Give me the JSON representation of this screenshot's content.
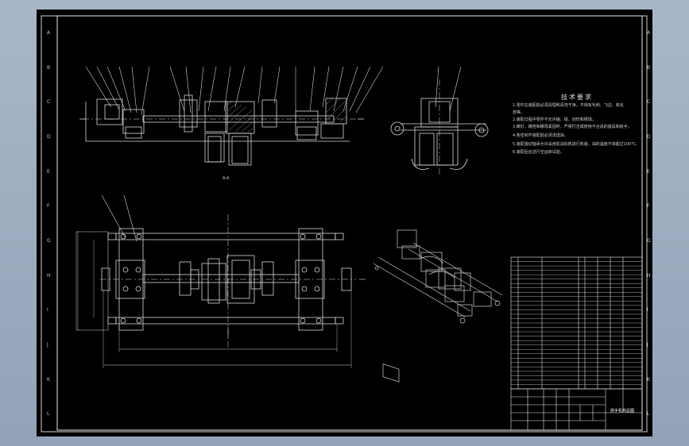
{
  "zone_letters": [
    "A",
    "B",
    "C",
    "D",
    "E",
    "F",
    "G",
    "H",
    "I",
    "J",
    "K",
    "L"
  ],
  "tech_requirements": {
    "title": "技术要求",
    "lines": [
      "1.零件在装配前必须清理和清洗干净，不得有毛刺、飞边、氧化",
      "  皮等。",
      "2.装配过程中零件不允许磕、碰、划伤和锈蚀。",
      "3.螺钉、螺栓和螺母紧固时，严禁打击或使用不合适的旋具和扳手。",
      "4.各密封件装配前必须浸透油。",
      "5.装配滚动轴承允许采用机油加热进行热装，油的温度不得超过100℃。",
      "6.装配后应进行空运转试验。"
    ]
  },
  "title_block": {
    "drawing_title": "抓手机构总图"
  }
}
